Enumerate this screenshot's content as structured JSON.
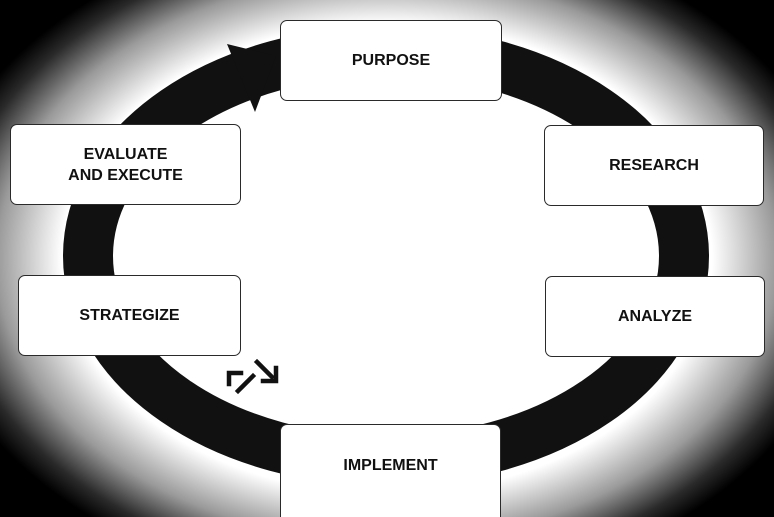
{
  "diagram": {
    "steps": {
      "purpose": "PURPOSE",
      "research": "RESEARCH",
      "analyze": "ANALYZE",
      "implement": "IMPLEMENT",
      "strategize": "STRATEGIZE",
      "evaluate": "EVALUATE\nAND EXECUTE"
    },
    "colors": {
      "ring": "#111111",
      "box_fill": "#ffffff",
      "box_border": "#2a2a2a",
      "text": "#111111",
      "background": "#000000"
    },
    "icons": [
      "cycle-ring",
      "curved-arrow-icon",
      "swap-arrows-icon"
    ]
  }
}
